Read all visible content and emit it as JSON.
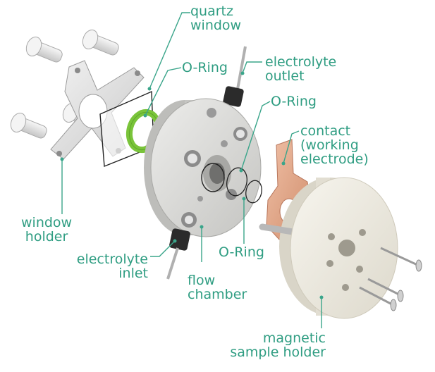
{
  "colors": {
    "label": "#2f9d82",
    "leader": "#3aa58a",
    "housing": "#d9d9d6",
    "housing_dark": "#b5b5b2",
    "sample_holder": "#eeebe0",
    "contact": "#e3a98c",
    "oring_green": "#7ac43a",
    "metal": "#c8c8c8",
    "screw": "#e6e6e6"
  },
  "labels": {
    "quartz_window": [
      "quartz",
      "window"
    ],
    "oring_top": "O-Ring",
    "electrolyte_outlet": [
      "electrolyte",
      "outlet"
    ],
    "oring_mid": "O-Ring",
    "contact": [
      "contact",
      "(working",
      "electrode)"
    ],
    "window_holder": [
      "window",
      "holder"
    ],
    "oring_bottom": "O-Ring",
    "electrolyte_inlet": [
      "electrolyte",
      "inlet"
    ],
    "flow_chamber": [
      "flow",
      "chamber"
    ],
    "magnetic_sample_holder": [
      "magnetic",
      "sample holder"
    ]
  }
}
